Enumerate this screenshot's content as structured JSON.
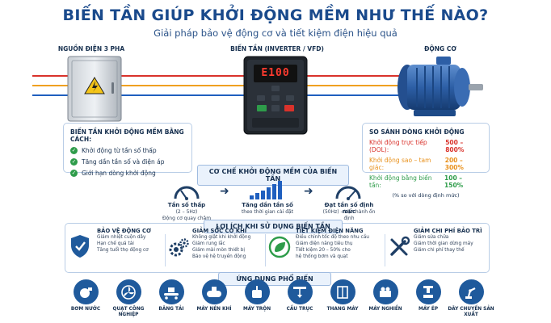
{
  "title": "BIẾN TẦN GIÚP KHỞI ĐỘNG MỀM NHƯ THẾ NÀO?",
  "subtitle": "Giải pháp bảo vệ động cơ và tiết kiệm điện hiệu quả",
  "labels": {
    "power": "NGUỒN ĐIỆN 3 PHA",
    "inverter": "BIẾN TẦN (INVERTER / VFD)",
    "motor": "ĐỘNG CƠ"
  },
  "inverter_display": "E100",
  "wire_colors": [
    "#d9322b",
    "#f0a020",
    "#1f5fbf"
  ],
  "soft_start": {
    "title": "BIẾN TẦN KHỞI ĐỘNG MỀM BẰNG CÁCH:",
    "items": [
      "Khởi động từ tần số thấp",
      "Tăng dần tần số và điện áp",
      "Giới hạn dòng khởi động"
    ]
  },
  "comparison": {
    "title": "SO SÁNH DÒNG KHỞI ĐỘNG",
    "rows": [
      {
        "label": "Khởi động trực tiếp (DOL):",
        "value": "500 – 800%",
        "color": "#d9322b"
      },
      {
        "label": "Khởi động sao – tam giác:",
        "value": "200 – 300%",
        "color": "#e8901a"
      },
      {
        "label": "Khởi động bằng biến tần:",
        "value": "100 – 150%",
        "color": "#2e9c4a"
      }
    ],
    "note": "(% so với dòng định mức)"
  },
  "mechanism": {
    "title": "CƠ CHẾ KHỞI ĐỘNG MỀM CỦA BIẾN TẦN",
    "steps": [
      {
        "title": "Tần số thấp",
        "sub1": "(2 – 5Hz)",
        "sub2": "Động cơ quay chậm"
      },
      {
        "title": "Tăng dần tần số",
        "sub1": "theo thời gian cài đặt",
        "sub2": ""
      },
      {
        "title": "Đạt tần số định mức",
        "sub1": "(50Hz) – Vận hành ổn định",
        "sub2": ""
      }
    ]
  },
  "benefits": {
    "title": "LỢI ÍCH KHI SỬ DỤNG BIẾN TẦN",
    "items": [
      {
        "title": "BẢO VỆ ĐỘNG CƠ",
        "points": [
          "Giảm nhiệt cuộn dây",
          "Hạn chế quá tải",
          "Tăng tuổi thọ động cơ"
        ]
      },
      {
        "title": "GIẢM SỐC CƠ KHÍ",
        "points": [
          "Không giật khi khởi động",
          "Giảm rung lắc",
          "Giảm mài mòn thiết bị",
          "Bảo vệ hệ truyền động"
        ]
      },
      {
        "title": "TIẾT KIỆM ĐIỆN NĂNG",
        "points": [
          "Điều chỉnh tốc độ theo nhu cầu",
          "Giảm điện năng tiêu thụ",
          "Tiết kiệm 20 – 50% cho",
          "hệ thống bơm và quạt"
        ]
      },
      {
        "title": "GIẢM CHI PHÍ BẢO TRÌ",
        "points": [
          "Giảm sửa chữa",
          "Giảm thời gian dừng máy",
          "Giảm chi phí thay thế"
        ]
      }
    ]
  },
  "applications": {
    "title": "ỨNG DỤNG PHỔ BIẾN",
    "items": [
      {
        "label": "BƠM NƯỚC",
        "icon": "pump-icon"
      },
      {
        "label": "QUẠT CÔNG NGHIỆP",
        "icon": "fan-icon"
      },
      {
        "label": "BĂNG TẢI",
        "icon": "conveyor-icon"
      },
      {
        "label": "MÁY NÉN KHÍ",
        "icon": "compressor-icon"
      },
      {
        "label": "MÁY TRỘN",
        "icon": "mixer-icon"
      },
      {
        "label": "CẦU TRỤC",
        "icon": "crane-icon"
      },
      {
        "label": "THANG MÁY",
        "icon": "elevator-icon"
      },
      {
        "label": "MÁY NGHIỀN",
        "icon": "crusher-icon"
      },
      {
        "label": "MÁY ÉP",
        "icon": "press-icon"
      },
      {
        "label": "DÂY CHUYỀN SẢN XUẤT",
        "icon": "robot-arm-icon"
      }
    ]
  }
}
